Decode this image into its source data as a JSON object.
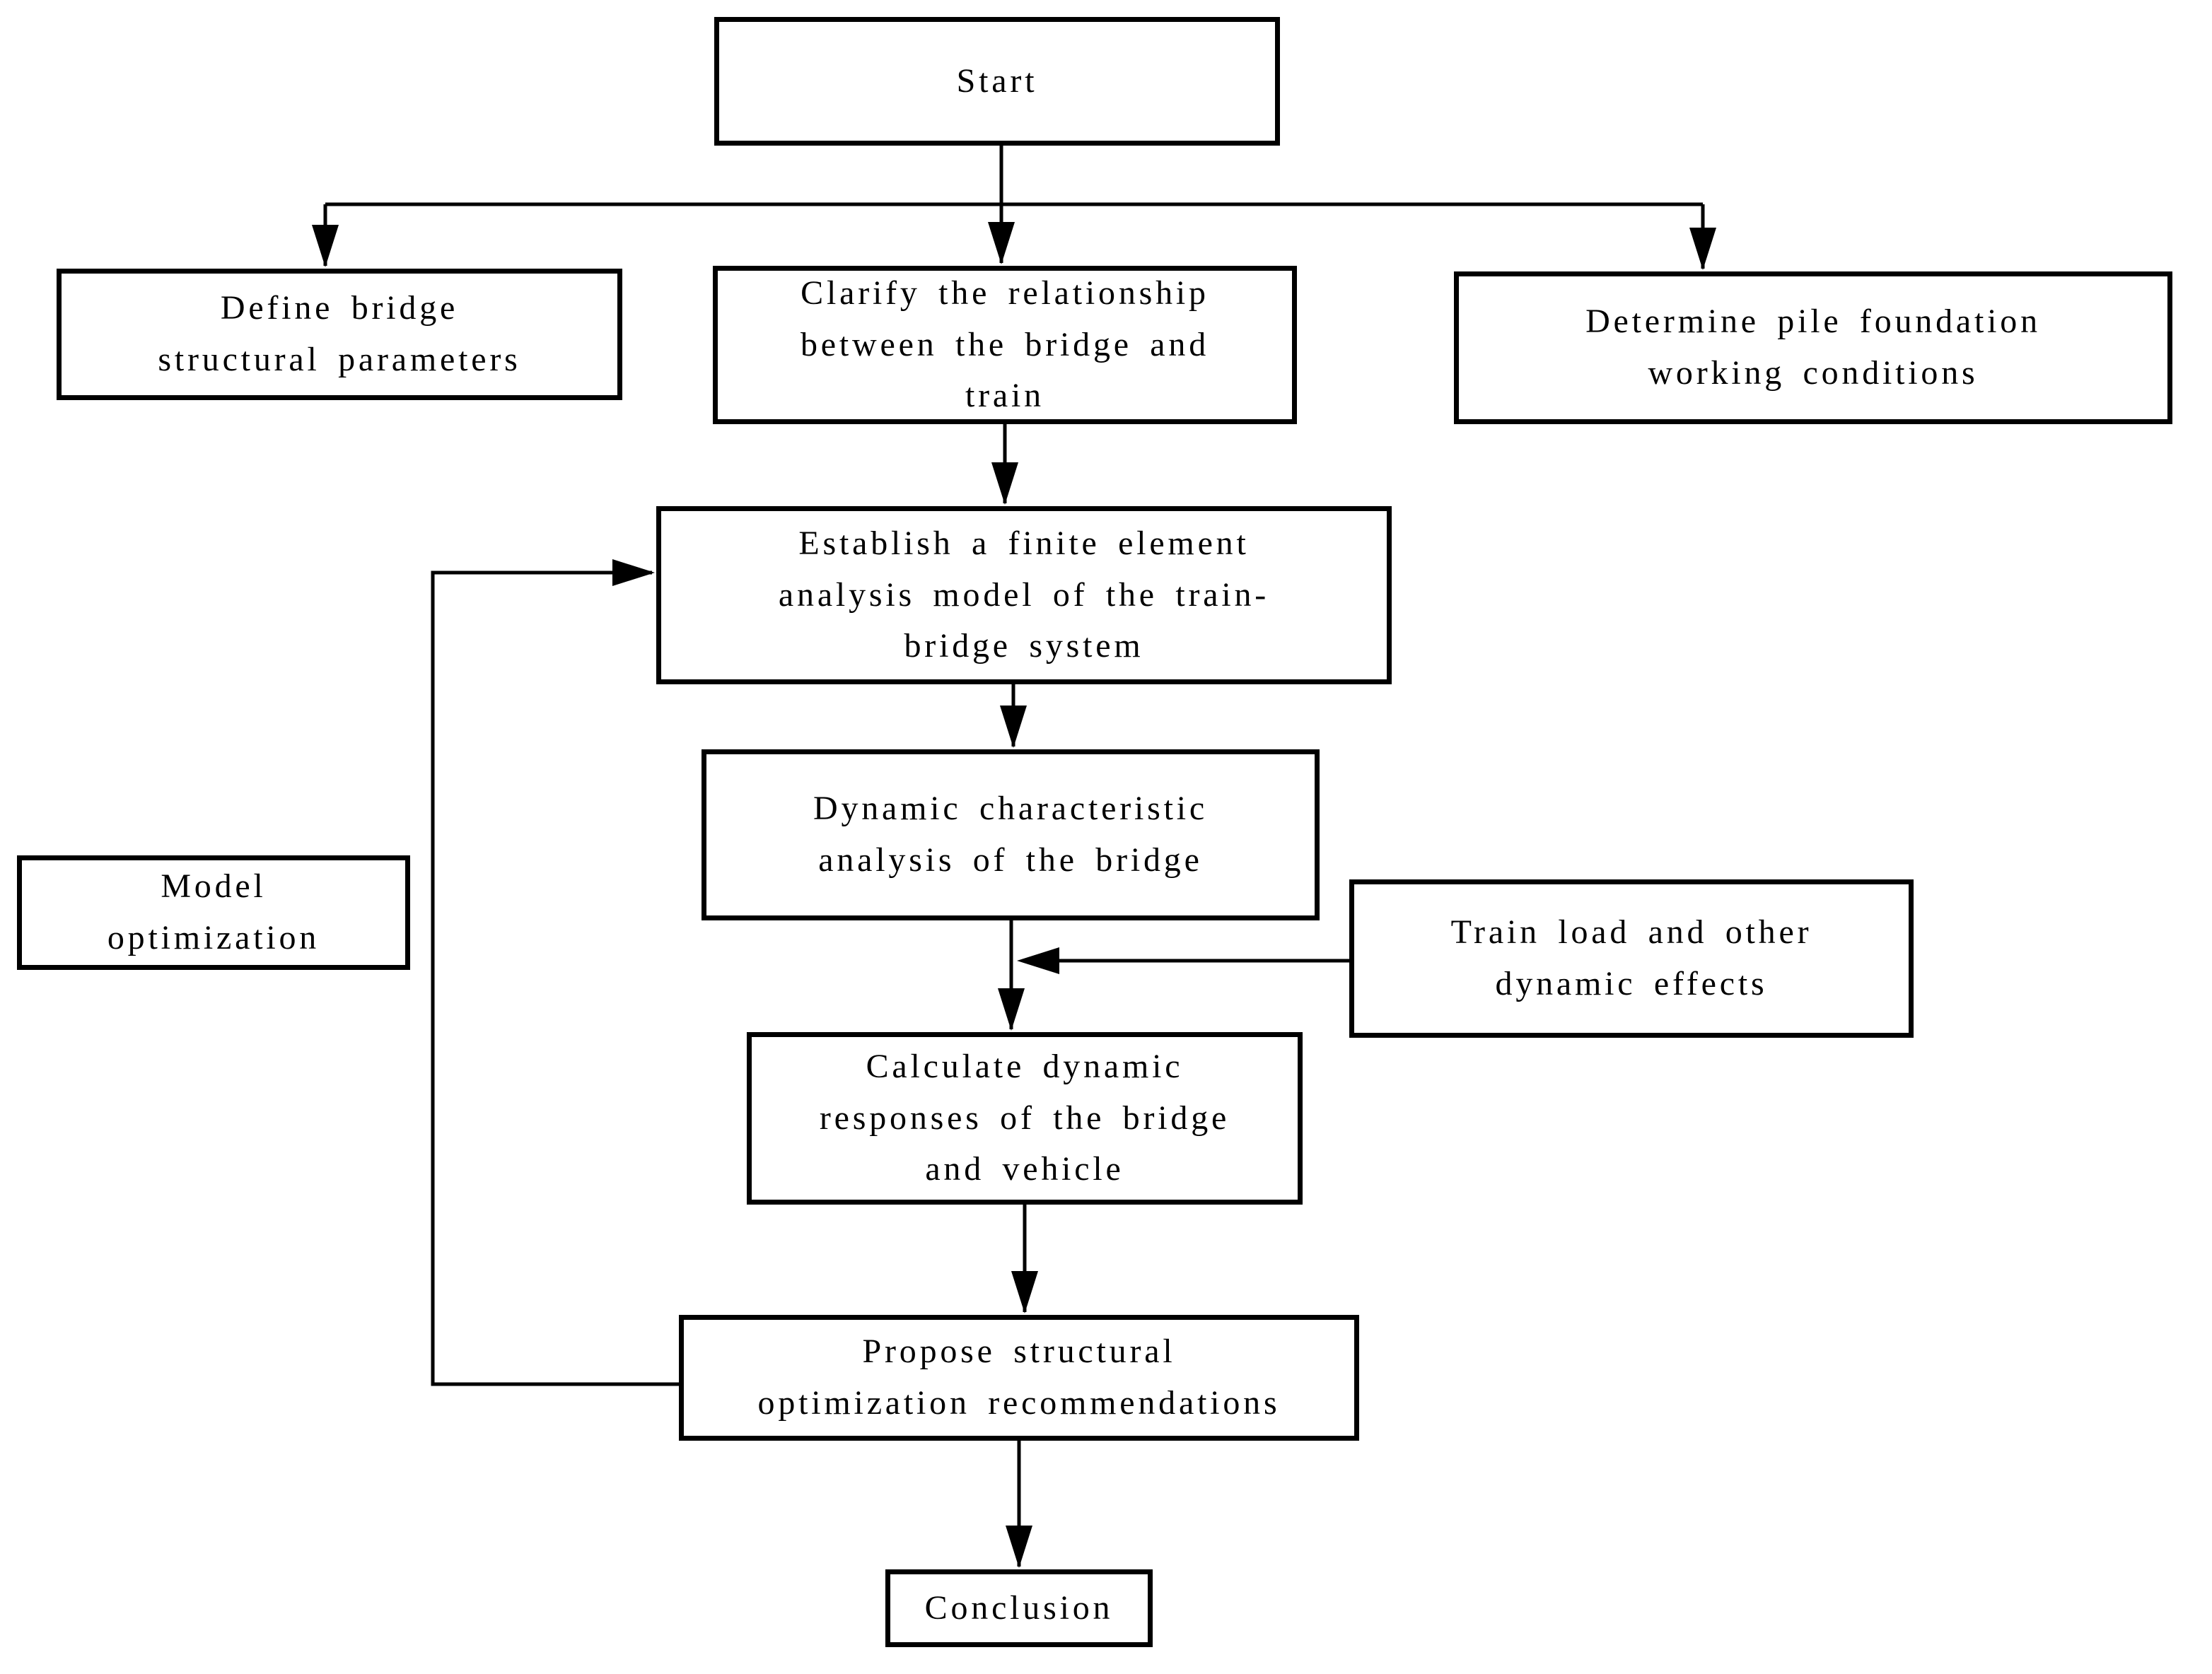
{
  "flowchart": {
    "nodes": {
      "start": {
        "label": "Start"
      },
      "define": {
        "label": "Define bridge\nstructural parameters"
      },
      "clarify": {
        "label": "Clarify the relationship\nbetween the bridge and\ntrain"
      },
      "determine": {
        "label": "Determine pile foundation\nworking conditions"
      },
      "establish": {
        "label": "Establish a finite element\nanalysis model of the train-\nbridge system"
      },
      "dynamic": {
        "label": "Dynamic characteristic\nanalysis of the bridge"
      },
      "model_opt": {
        "label": "Model\noptimization"
      },
      "train_load": {
        "label": "Train load and other\ndynamic effects"
      },
      "calculate": {
        "label": "Calculate dynamic\nresponses of the bridge\nand vehicle"
      },
      "propose": {
        "label": "Propose structural\noptimization recommendations"
      },
      "conclusion": {
        "label": "Conclusion"
      }
    },
    "colors": {
      "line": "#000000",
      "box_border": "#000000",
      "box_fill": "#ffffff",
      "background": "#ffffff"
    }
  }
}
